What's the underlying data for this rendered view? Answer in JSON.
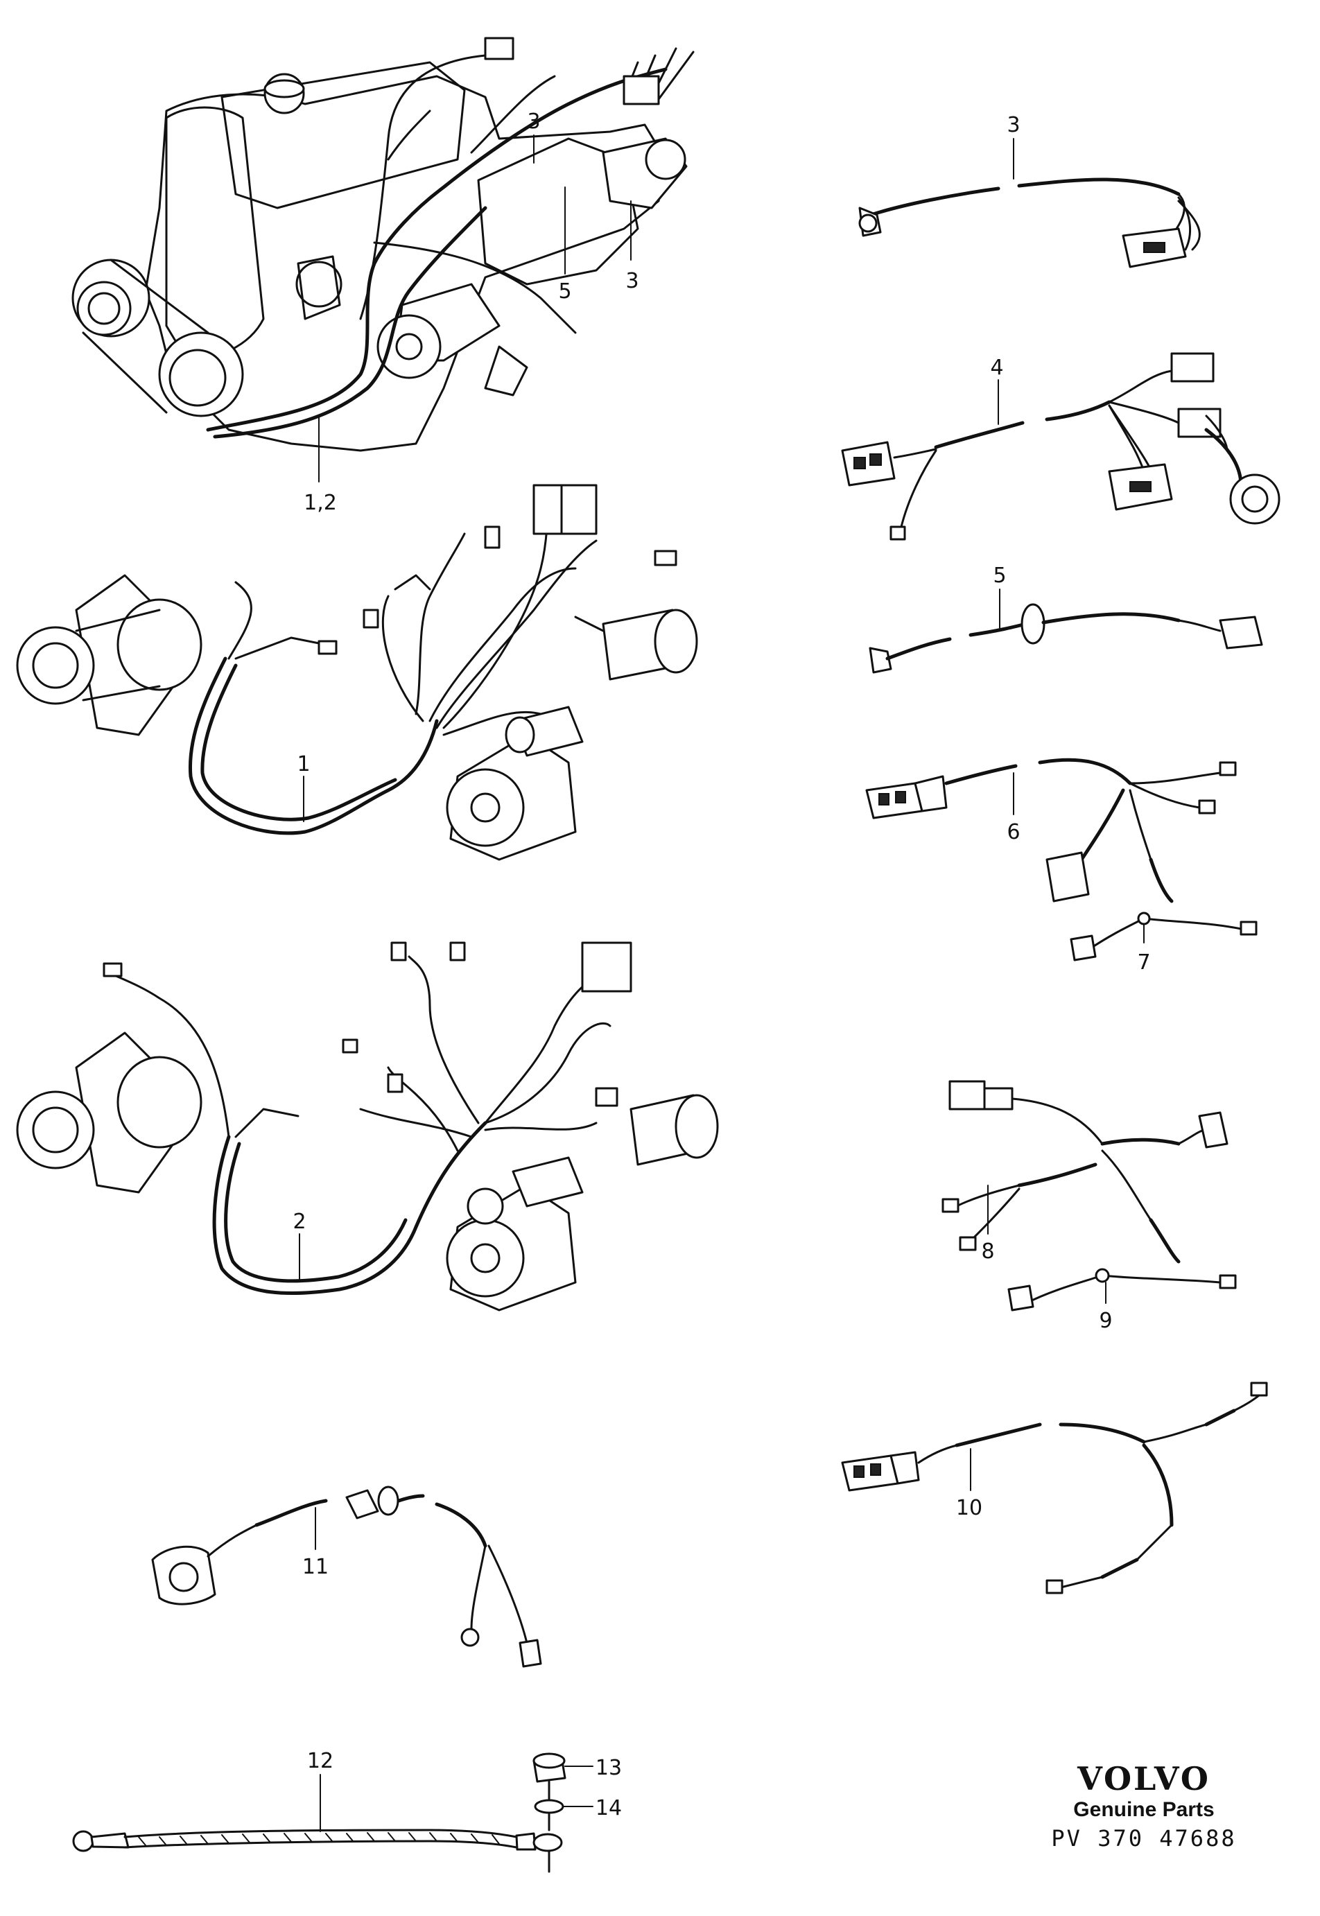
{
  "callouts": {
    "engine_1_2": "1,2",
    "engine_3a": "3",
    "engine_5": "5",
    "engine_3b": "3",
    "h1": "1",
    "h2": "2",
    "h3": "3",
    "h4": "4",
    "h5": "5",
    "h6": "6",
    "h7": "7",
    "h8": "8",
    "h9": "9",
    "h10": "10",
    "h11": "11",
    "h12": "12",
    "h13": "13",
    "h14": "14"
  },
  "brand": {
    "logo": "VOLVO",
    "subtitle": "Genuine Parts",
    "code": "PV 370 47688"
  }
}
